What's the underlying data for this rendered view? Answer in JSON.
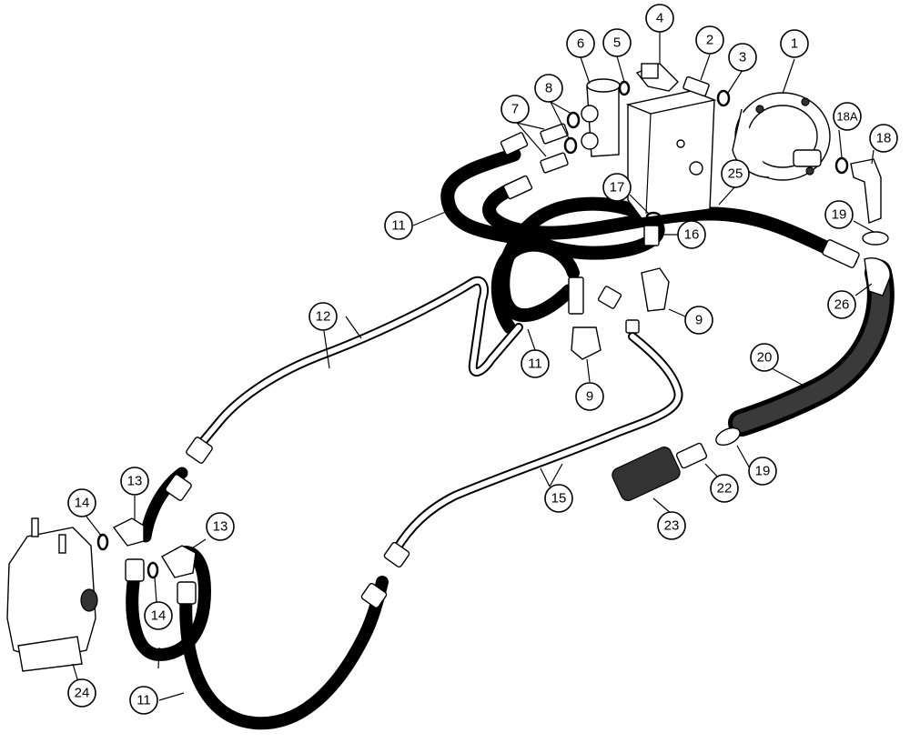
{
  "diagram": {
    "callouts": [
      {
        "id": "c1",
        "label": "1"
      },
      {
        "id": "c2",
        "label": "2"
      },
      {
        "id": "c3",
        "label": "3"
      },
      {
        "id": "c4",
        "label": "4"
      },
      {
        "id": "c5",
        "label": "5"
      },
      {
        "id": "c6",
        "label": "6"
      },
      {
        "id": "c7",
        "label": "7"
      },
      {
        "id": "c8",
        "label": "8"
      },
      {
        "id": "c9a",
        "label": "9"
      },
      {
        "id": "c9b",
        "label": "9"
      },
      {
        "id": "c11a",
        "label": "11"
      },
      {
        "id": "c11b",
        "label": "11"
      },
      {
        "id": "c11c",
        "label": "11"
      },
      {
        "id": "c12",
        "label": "12"
      },
      {
        "id": "c13a",
        "label": "13"
      },
      {
        "id": "c13b",
        "label": "13"
      },
      {
        "id": "c14a",
        "label": "14"
      },
      {
        "id": "c14b",
        "label": "14"
      },
      {
        "id": "c15",
        "label": "15"
      },
      {
        "id": "c16",
        "label": "16"
      },
      {
        "id": "c17",
        "label": "17"
      },
      {
        "id": "c18",
        "label": "18"
      },
      {
        "id": "c18a",
        "label": "18A"
      },
      {
        "id": "c19a",
        "label": "19"
      },
      {
        "id": "c19b",
        "label": "19"
      },
      {
        "id": "c20",
        "label": "20"
      },
      {
        "id": "c22",
        "label": "22"
      },
      {
        "id": "c23",
        "label": "23"
      },
      {
        "id": "c24",
        "label": "24"
      },
      {
        "id": "c25",
        "label": "25"
      },
      {
        "id": "c26",
        "label": "26"
      }
    ]
  }
}
